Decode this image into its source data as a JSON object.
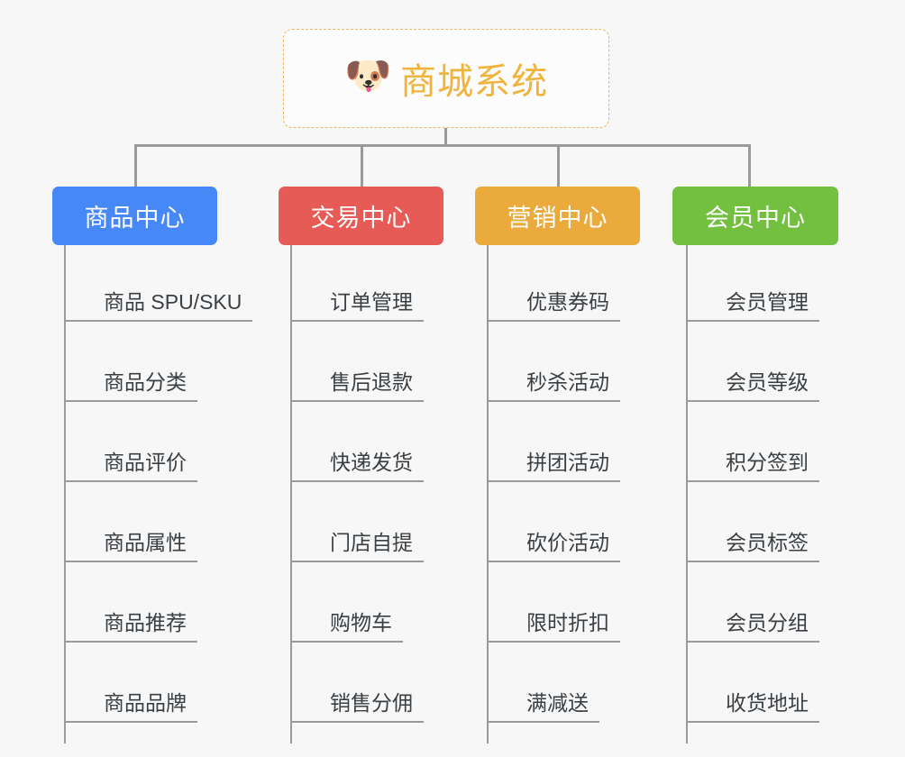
{
  "diagram": {
    "type": "organization-tree",
    "background_color": "#f7f7f7",
    "root": {
      "emoji": "🐶",
      "emoji_name": "shiba-dog-face-emoji",
      "title": "商城系统",
      "title_color": "#f0b43c",
      "border_color": "#e8b862",
      "border_style": "dashed"
    },
    "connector_color": "#9a9a9a",
    "branches": [
      {
        "label": "商品中心",
        "color": "#4688f5",
        "items": [
          "商品 SPU/SKU",
          "商品分类",
          "商品评价",
          "商品属性",
          "商品推荐",
          "商品品牌"
        ]
      },
      {
        "label": "交易中心",
        "color": "#e65b56",
        "items": [
          "订单管理",
          "售后退款",
          "快递发货",
          "门店自提",
          "购物车",
          "销售分佣"
        ]
      },
      {
        "label": "营销中心",
        "color": "#eaaa3c",
        "items": [
          "优惠券码",
          "秒杀活动",
          "拼团活动",
          "砍价活动",
          "限时折扣",
          "满减送"
        ]
      },
      {
        "label": "会员中心",
        "color": "#73bf3f",
        "items": [
          "会员管理",
          "会员等级",
          "积分签到",
          "会员标签",
          "会员分组",
          "收货地址"
        ]
      }
    ]
  }
}
